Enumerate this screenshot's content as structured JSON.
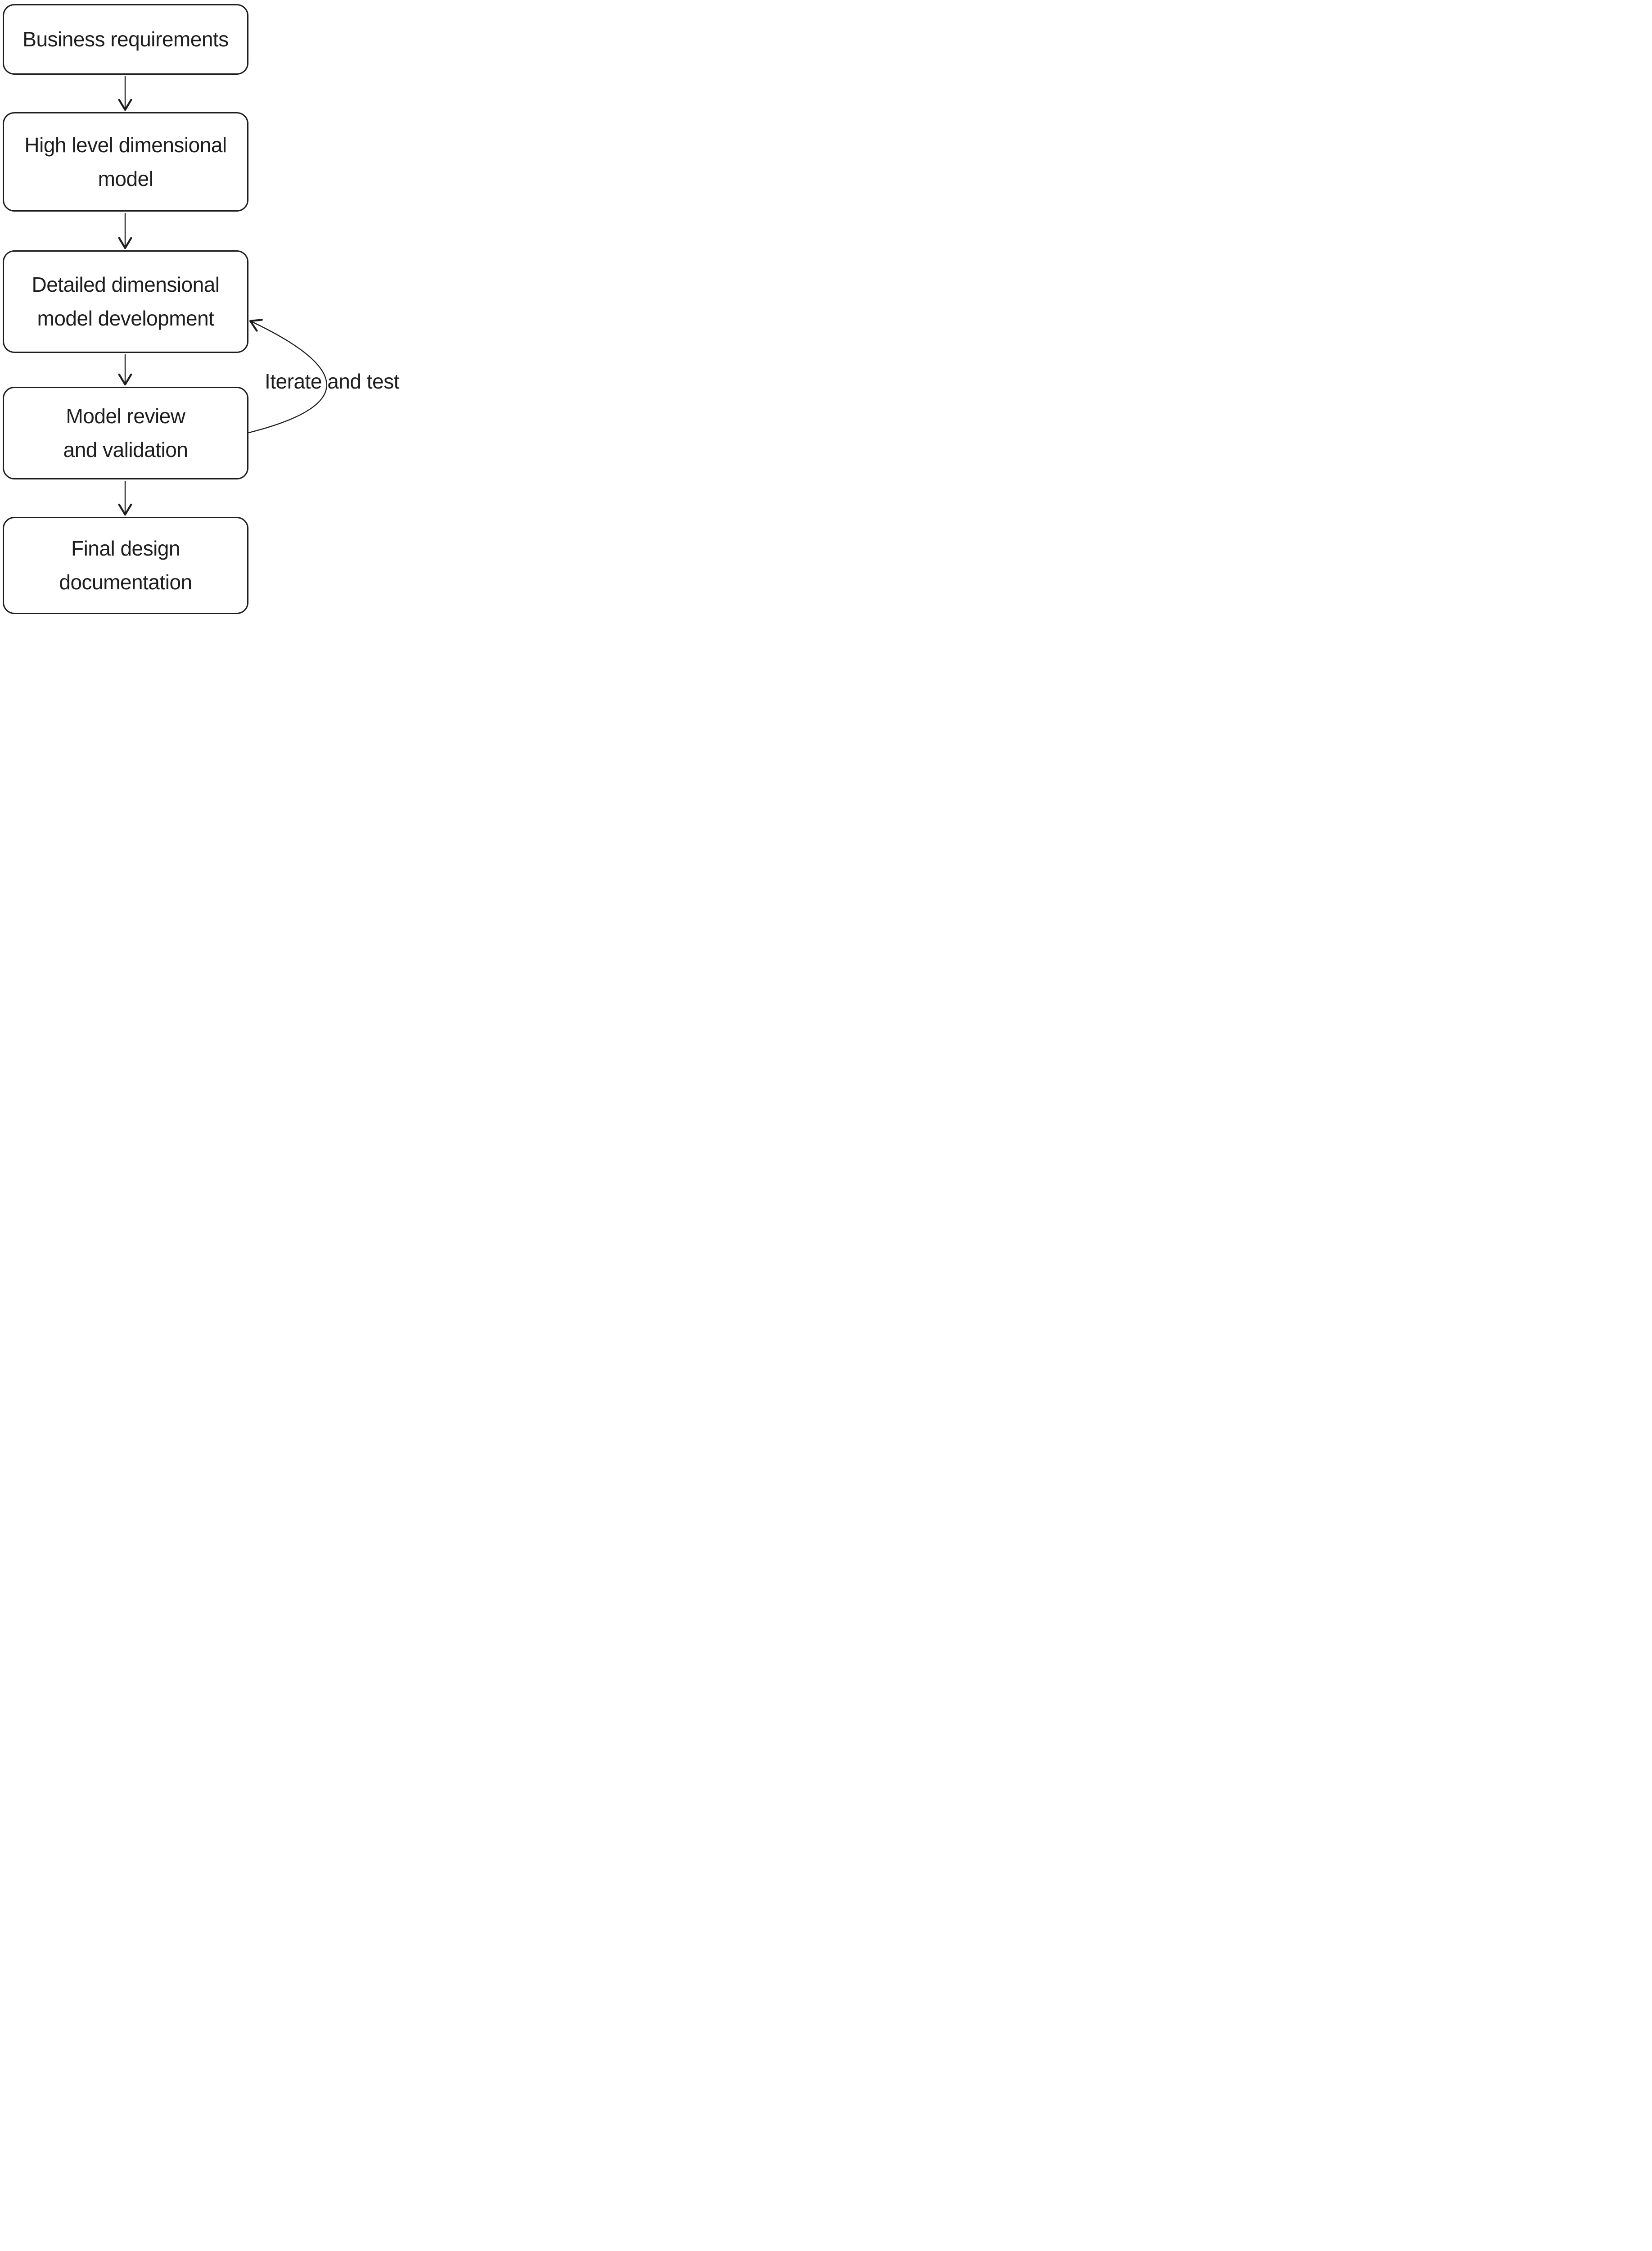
{
  "diagram": {
    "background": "#ffffff",
    "stroke_color": "#1e1e1e",
    "nodes": [
      {
        "id": "business-requirements",
        "label": "Business requirements"
      },
      {
        "id": "high-level-dimensional-model",
        "label": "High level dimensional\nmodel"
      },
      {
        "id": "detailed-dimensional-model-development",
        "label": "Detailed dimensional\nmodel development"
      },
      {
        "id": "model-review-and-validation",
        "label": "Model review\nand validation"
      },
      {
        "id": "final-design-documentation",
        "label": "Final design\ndocumentation"
      }
    ],
    "edges": [
      {
        "from": "business-requirements",
        "to": "high-level-dimensional-model",
        "label": ""
      },
      {
        "from": "high-level-dimensional-model",
        "to": "detailed-dimensional-model-development",
        "label": ""
      },
      {
        "from": "detailed-dimensional-model-development",
        "to": "model-review-and-validation",
        "label": ""
      },
      {
        "from": "model-review-and-validation",
        "to": "final-design-documentation",
        "label": ""
      },
      {
        "from": "model-review-and-validation",
        "to": "detailed-dimensional-model-development",
        "label": "Iterate and test"
      }
    ]
  }
}
